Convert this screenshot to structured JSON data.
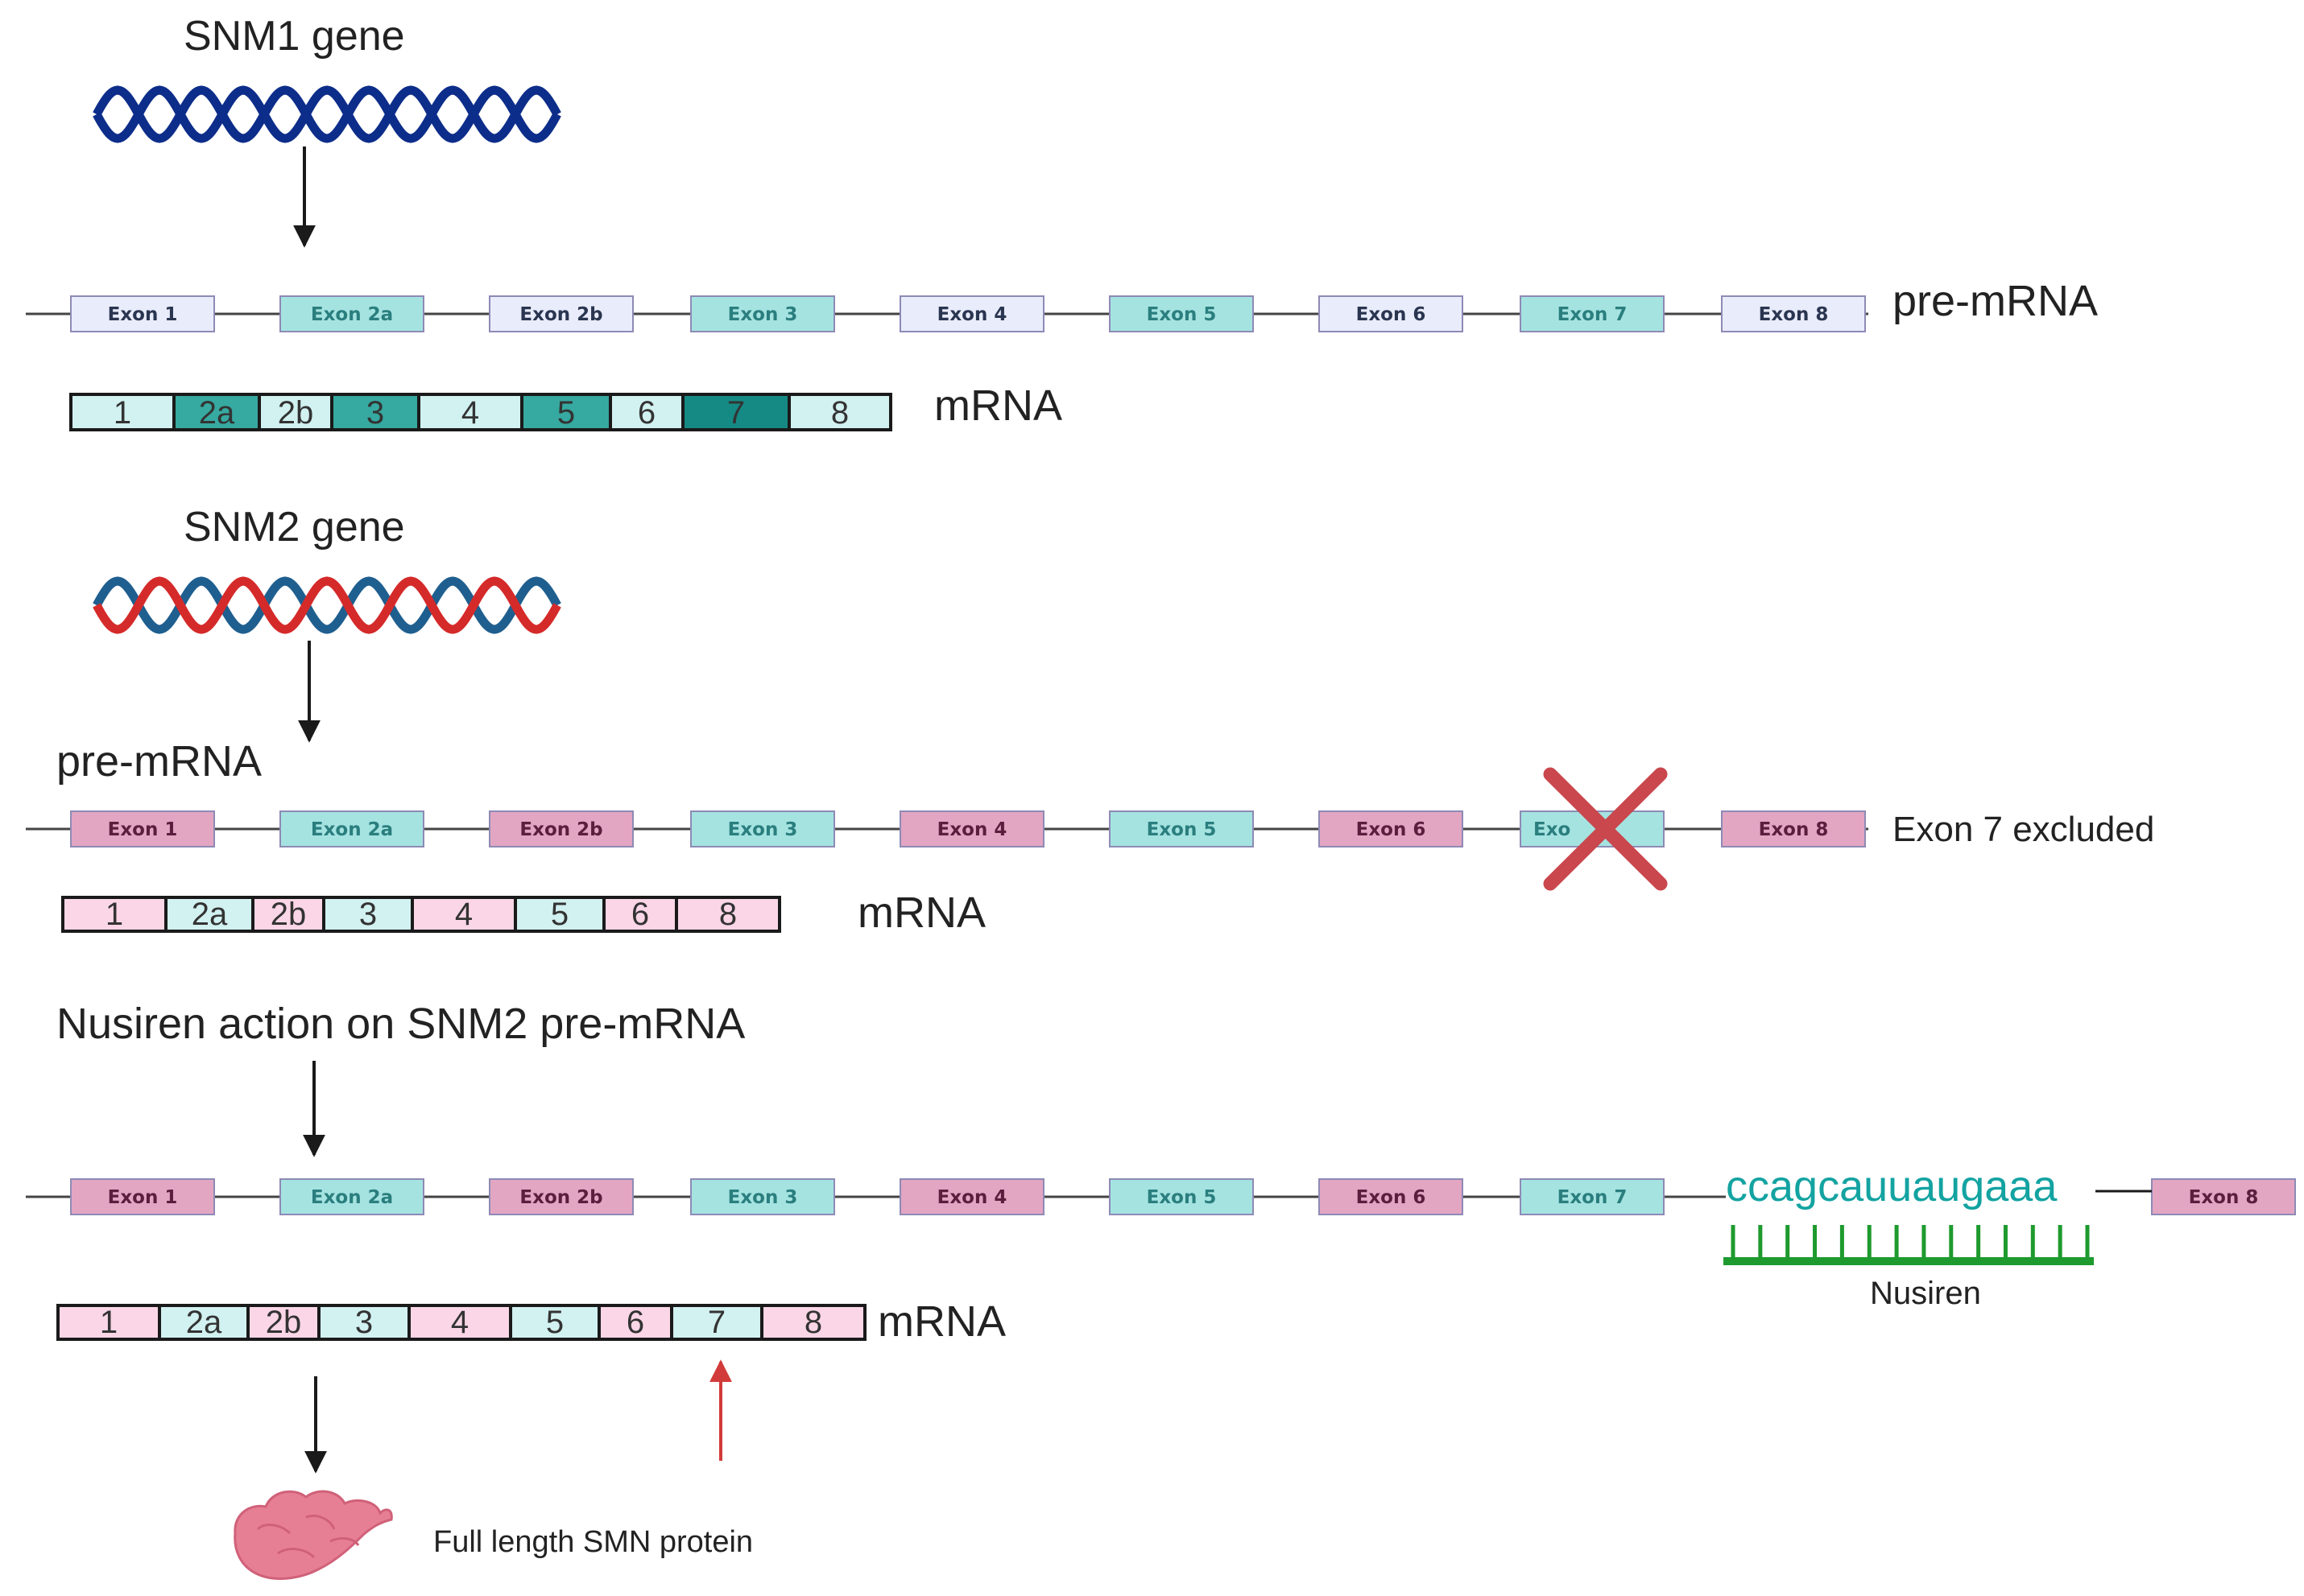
{
  "colors": {
    "dna1": "#0d2d8a",
    "dna2_blue": "#1f5f8f",
    "dna2_red": "#d52a2a",
    "exon_light": "#e9ecfb",
    "exon_teal": "#a5e3e1",
    "exon_pink": "#e2a6c3",
    "exon_pink_text": "#5a1f3d",
    "exon_teal_text": "#2a7e7e",
    "exon_light_text": "#2a3550",
    "mrna_light_teal": "#d2f1f1",
    "mrna_mid_teal": "#36a9a0",
    "mrna_dark_teal": "#158a85",
    "mrna_pink": "#fbd6e6",
    "cross": "#c9474d",
    "nusiren_text": "#13a3a1",
    "nusiren_comb": "#1e9a2e",
    "red_arrow": "#d23b3b",
    "protein": "#e77f94"
  },
  "section1": {
    "gene_label": "SNM1 gene",
    "pre_label": "pre-mRNA",
    "mrna_label": "mRNA",
    "exons": [
      "Exon 1",
      "Exon 2a",
      "Exon 2b",
      "Exon 3",
      "Exon 4",
      "Exon 5",
      "Exon 6",
      "Exon 7",
      "Exon 8"
    ],
    "mrna_segments": [
      "1",
      "2a",
      "2b",
      "3",
      "4",
      "5",
      "6",
      "7",
      "8"
    ]
  },
  "section2": {
    "gene_label": "SNM2 gene",
    "pre_label": "pre-mRNA",
    "excluded_label": "Exon 7 excluded",
    "mrna_label": "mRNA",
    "exons": [
      "Exon 1",
      "Exon 2a",
      "Exon 2b",
      "Exon 3",
      "Exon 4",
      "Exon 5",
      "Exon 6",
      "Exon 7",
      "Exon 8"
    ],
    "mrna_segments": [
      "1",
      "2a",
      "2b",
      "3",
      "4",
      "5",
      "6",
      "8"
    ]
  },
  "section3": {
    "title": "Nusiren action on SNM2 pre-mRNA",
    "exons": [
      "Exon 1",
      "Exon 2a",
      "Exon 2b",
      "Exon 3",
      "Exon 4",
      "Exon 5",
      "Exon 6",
      "Exon 7",
      "Exon 8"
    ],
    "sequence": "ccagcauuaugaaa",
    "nusiren_label": "Nusiren",
    "mrna_label": "mRNA",
    "mrna_segments": [
      "1",
      "2a",
      "2b",
      "3",
      "4",
      "5",
      "6",
      "7",
      "8"
    ],
    "protein_label": "Full length SMN protein"
  }
}
